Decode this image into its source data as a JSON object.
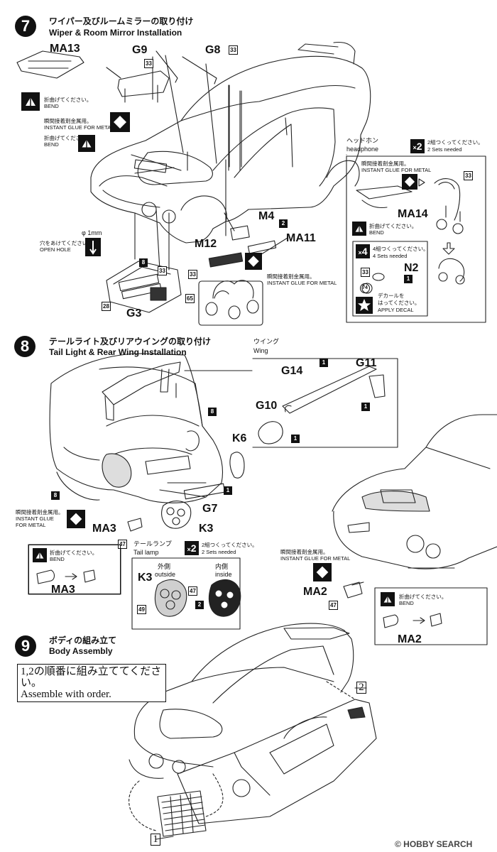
{
  "step7": {
    "number": "7",
    "title_jp": "ワイパー及びルームミラーの取り付け",
    "title_en": "Wiper & Room Mirror Installation",
    "parts": {
      "ma13": "MA13",
      "g9": "G9",
      "g8": "G8",
      "m4": "M4",
      "ma11": "MA11",
      "m12": "M12",
      "g3": "G3",
      "ma14": "MA14",
      "n2": "N2"
    },
    "codes": {
      "c33a": "33",
      "c33b": "33",
      "c33c": "33",
      "c33d": "33",
      "c33e": "33",
      "c2": "2",
      "c8": "8",
      "c28": "28",
      "c65": "65",
      "c1": "1",
      "c74": "74"
    },
    "notes": {
      "bend_jp": "折曲げてください。",
      "bend_en": "BEND",
      "glue_jp": "瞬間接着剤金属用。",
      "glue_en": "INSTANT GLUE FOR METAL",
      "bend2_jp": "折曲げてください。",
      "bend2_en": "BEND",
      "hole_size": "φ 1mm",
      "hole_jp": "穴をあけてください。",
      "hole_en": "OPEN HOLE",
      "glue2_jp": "瞬間接着剤金属用。",
      "glue2_en": "INSTANT GLUE FOR METAL"
    },
    "headphone": {
      "title_jp": "ヘッドホン",
      "title_en": "headphone",
      "mult": "2",
      "mult_jp": "2組つくってください。",
      "mult_en": "2 Sets needed",
      "glue_jp": "瞬間接着剤金属用。",
      "glue_en": "INSTANT GLUE FOR METAL",
      "bend_jp": "折曲げてください。",
      "bend_en": "BEND",
      "mult4": "4",
      "mult4_jp": "4組つくってください。",
      "mult4_en": "4 Sets needed",
      "decal_jp1": "デカールを",
      "decal_jp2": "はってください。",
      "decal_en": "APPLY DECAL"
    }
  },
  "step8": {
    "number": "8",
    "title_jp": "テールライト及びリアウイングの取り付け",
    "title_en": "Tail Light & Rear Wing  Installation",
    "wing_jp": "ウイング",
    "wing_en": "Wing",
    "parts": {
      "g14": "G14",
      "g11": "G11",
      "g10": "G10",
      "k6": "K6",
      "g7": "G7",
      "k3": "K3",
      "ma3": "MA3",
      "ma3b": "MA3",
      "ma2": "MA2",
      "ma2b": "MA2"
    },
    "codes": {
      "w1a": "1",
      "w1b": "1",
      "w1c": "1",
      "c8a": "8",
      "c8b": "8",
      "c1": "1",
      "c47": "47",
      "c47b": "47"
    },
    "notes": {
      "glue_jp": "瞬間接着剤金属用。",
      "glue_en1": "INSTANT GLUE",
      "glue_en2": "FOR METAL",
      "bend_jp": "折曲げてください。",
      "bend_en": "BEND",
      "glue2_jp": "瞬間接着剤金属用。",
      "glue2_en": "INSTANT GLUE FOR METAL",
      "bend2_jp": "折曲げてください。",
      "bend2_en": "BEND"
    },
    "tail": {
      "title_jp": "テールランプ",
      "title_en": "Tail lamp",
      "mult": "2",
      "mult_jp": "2組つくってください。",
      "mult_en": "2 Sets needed",
      "out_jp": "外側",
      "out_en": "outside",
      "in_jp": "内側",
      "in_en": "inside",
      "k3": "K3",
      "c47": "47",
      "c49": "49",
      "c2": "2"
    }
  },
  "step9": {
    "number": "9",
    "title_jp": "ボディの組み立て",
    "title_en": "Body Assembly",
    "order_jp": "1,2の順番に組み立ててください。",
    "order_en": "Assemble with order.",
    "label1": "1",
    "label2": "2"
  },
  "watermark": "© HOBBY SEARCH"
}
